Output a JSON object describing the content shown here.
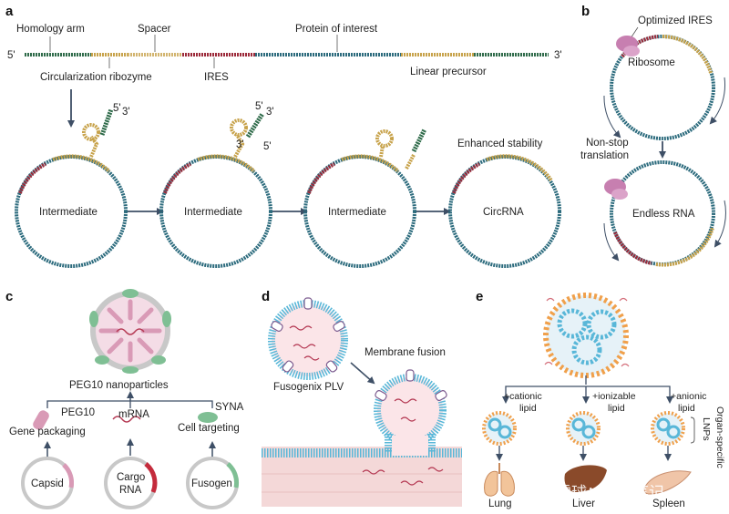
{
  "colors": {
    "teal": "#2c6b7d",
    "gold": "#c7a24a",
    "red": "#9c2a3a",
    "green": "#2f6b4a",
    "pink": "#d99ab6",
    "rose": "#b53a54",
    "membrane": "#59b7d8",
    "tissue": "#f4d8d8",
    "arrow": "#3e4f66",
    "ribosome": "#c77fb0",
    "sage": "#7fbf94"
  },
  "panel_a": {
    "letter": "a",
    "homology_arm": "Homology arm",
    "spacer": "Spacer",
    "protein_of_interest": "Protein of interest",
    "five_prime": "5'",
    "three_prime": "3'",
    "circularization_ribozyme": "Circularization ribozyme",
    "ires": "IRES",
    "linear_precursor": "Linear precursor",
    "enhanced_stability": "Enhanced stability",
    "intermediate": "Intermediate",
    "circrna": "CircRNA"
  },
  "panel_b": {
    "letter": "b",
    "optimized_ires": "Optimized IRES",
    "ribosome": "Ribosome",
    "non_stop": "Non-stop",
    "translation": "translation",
    "endless_rna": "Endless RNA"
  },
  "panel_c": {
    "letter": "c",
    "peg10_nanoparticles": "PEG10 nanoparticles",
    "peg10": "PEG10",
    "mrna": "mRNA",
    "syna": "SYNA",
    "gene_packaging": "Gene packaging",
    "cell_targeting": "Cell targeting",
    "capsid": "Capsid",
    "cargo": "Cargo",
    "rna": "RNA",
    "fusogen": "Fusogen"
  },
  "panel_d": {
    "letter": "d",
    "fusogenix_plv": "Fusogenix PLV",
    "membrane_fusion": "Membrane fusion"
  },
  "panel_e": {
    "letter": "e",
    "cationic": "+cationic",
    "ionizable": "+ionizable",
    "anionic": "+anionic",
    "lipid": "lipid",
    "organ_specific": "Organ-specific",
    "lnps": "LNPs",
    "lung": "Lung",
    "liver": "Liver",
    "spleen": "Spleen"
  },
  "watermark": "雪球：医药笔记"
}
